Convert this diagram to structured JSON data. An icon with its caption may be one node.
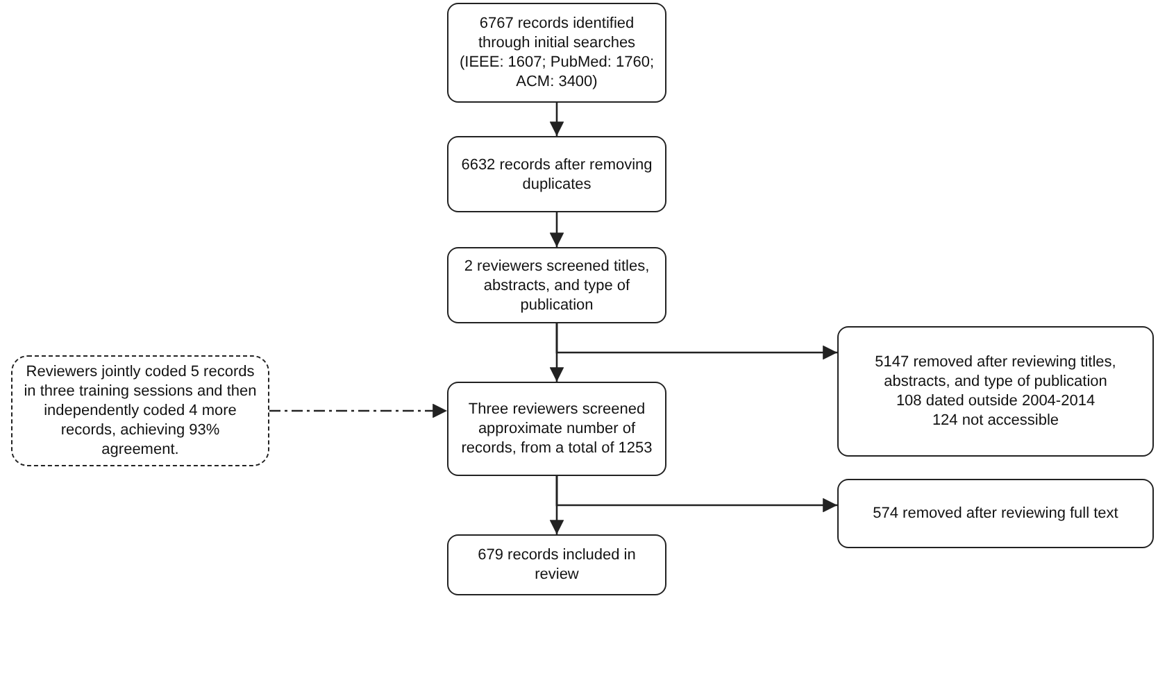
{
  "diagram": {
    "nodes": [
      {
        "text": [
          "6767 records identified through initial searches (IEEE: 1607; PubMed: 1760; ACM: 3400)"
        ]
      },
      {
        "text": [
          "6632 records after removing duplicates"
        ]
      },
      {
        "text": [
          "2 reviewers screened titles, abstracts, and type of publication"
        ]
      },
      {
        "text": [
          "5147 removed after reviewing titles, abstracts, and type of publication",
          "108 dated outside 2004-2014",
          "124 not accessible"
        ]
      },
      {
        "text": [
          "Reviewers jointly coded 5 records in three training sessions and then independently coded 4 more records, achieving 93% agreement."
        ]
      },
      {
        "text": [
          "Three reviewers screened approximate number of records, from a total of 1253"
        ]
      },
      {
        "text": [
          "574 removed after reviewing full text"
        ]
      },
      {
        "text": [
          "679 records included in review"
        ]
      }
    ],
    "edges": [
      {
        "from": 0,
        "to": 1,
        "arrow": "to"
      },
      {
        "from": 1,
        "to": 2,
        "arrow": "to"
      },
      {
        "from": 2,
        "to": 5,
        "arrow": "to"
      },
      {
        "from": 2,
        "to": 3,
        "arrow": "to"
      },
      {
        "from": 4,
        "to": 5,
        "arrow": "to",
        "style": "dashed"
      },
      {
        "from": 5,
        "to": 7,
        "arrow": "to"
      },
      {
        "from": 5,
        "to": 6,
        "arrow": "to"
      }
    ]
  }
}
